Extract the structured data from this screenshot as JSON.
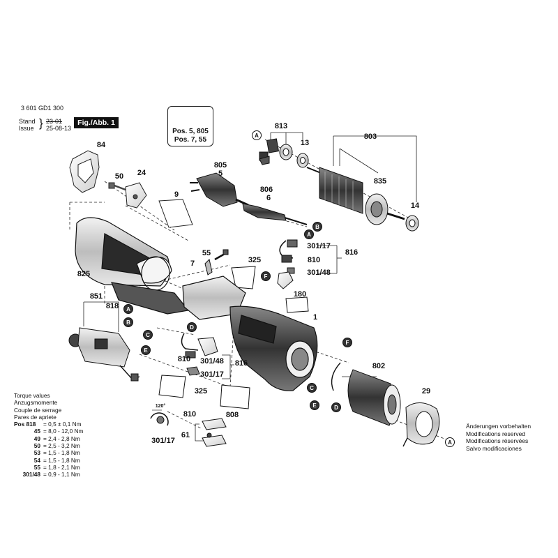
{
  "header": {
    "doc_number": "3 601 GD1 300",
    "stand_label": "Stand",
    "issue_label": "Issue",
    "stand_date": "23-01",
    "issue_date": "25-08-13",
    "fig_label": "Fig./Abb. 1"
  },
  "warning_box": {
    "line1": "Pos. 5, 805",
    "line2": "Pos. 7, 55"
  },
  "part_labels": [
    {
      "id": "p813",
      "text": "813"
    },
    {
      "id": "p803",
      "text": "803"
    },
    {
      "id": "p13",
      "text": "13"
    },
    {
      "id": "p835",
      "text": "835"
    },
    {
      "id": "p14",
      "text": "14"
    },
    {
      "id": "p805",
      "text": "805"
    },
    {
      "id": "p5",
      "text": "5"
    },
    {
      "id": "p806",
      "text": "806"
    },
    {
      "id": "p6",
      "text": "6"
    },
    {
      "id": "p84",
      "text": "84"
    },
    {
      "id": "p50",
      "text": "50"
    },
    {
      "id": "p24",
      "text": "24"
    },
    {
      "id": "p9",
      "text": "9"
    },
    {
      "id": "p825",
      "text": "825"
    },
    {
      "id": "p55",
      "text": "55"
    },
    {
      "id": "p7",
      "text": "7"
    },
    {
      "id": "p325a",
      "text": "325"
    },
    {
      "id": "p301_17a",
      "text": "301/17"
    },
    {
      "id": "p816a",
      "text": "816"
    },
    {
      "id": "p810a",
      "text": "810"
    },
    {
      "id": "p301_48a",
      "text": "301/48"
    },
    {
      "id": "p180",
      "text": "180"
    },
    {
      "id": "p1",
      "text": "1"
    },
    {
      "id": "p851",
      "text": "851"
    },
    {
      "id": "p818",
      "text": "818"
    },
    {
      "id": "p810b",
      "text": "810"
    },
    {
      "id": "p301_48b",
      "text": "301/48"
    },
    {
      "id": "p816b",
      "text": "816"
    },
    {
      "id": "p301_17b",
      "text": "301/17"
    },
    {
      "id": "p325b",
      "text": "325"
    },
    {
      "id": "p808",
      "text": "808"
    },
    {
      "id": "p802",
      "text": "802"
    },
    {
      "id": "p29",
      "text": "29"
    },
    {
      "id": "p120",
      "text": "120°"
    },
    {
      "id": "p810c",
      "text": "810"
    },
    {
      "id": "p301_17c",
      "text": "301/17"
    },
    {
      "id": "p61",
      "text": "61"
    }
  ],
  "ref_circles": [
    {
      "id": "cA1",
      "text": "A"
    },
    {
      "id": "cB1",
      "text": "B"
    },
    {
      "id": "cA2",
      "text": "A"
    },
    {
      "id": "cF1",
      "text": "F"
    },
    {
      "id": "cA3",
      "text": "A"
    },
    {
      "id": "cB2",
      "text": "B"
    },
    {
      "id": "cC1",
      "text": "C"
    },
    {
      "id": "cE1",
      "text": "E"
    },
    {
      "id": "cD1",
      "text": "D"
    },
    {
      "id": "cF2",
      "text": "F"
    },
    {
      "id": "cC2",
      "text": "C"
    },
    {
      "id": "cE2",
      "text": "E"
    },
    {
      "id": "cD2",
      "text": "D"
    },
    {
      "id": "cA4",
      "text": "A"
    }
  ],
  "torque": {
    "title_lines": [
      "Torque values",
      "Anzugsmomente",
      "Couple de serrage",
      "Pares de apriete"
    ],
    "rows": [
      {
        "pos": "Pos 818",
        "value": "= 0,5 ± 0,1 Nm"
      },
      {
        "pos": "45",
        "value": "= 8,0 - 12,0 Nm"
      },
      {
        "pos": "49",
        "value": "= 2,4 - 2,8 Nm"
      },
      {
        "pos": "50",
        "value": "= 2,5 - 3,2 Nm"
      },
      {
        "pos": "53",
        "value": "= 1,5 - 1,8 Nm"
      },
      {
        "pos": "54",
        "value": "= 1,5 - 1,8 Nm"
      },
      {
        "pos": "55",
        "value": "= 1,8 - 2,1 Nm"
      },
      {
        "pos": "301/48",
        "value": "= 0,9 - 1,1 Nm"
      }
    ]
  },
  "modifications": [
    "Änderungen vorbehalten",
    "Modifications reserved",
    "Modifications réservées",
    "Salvo modificaciones"
  ]
}
